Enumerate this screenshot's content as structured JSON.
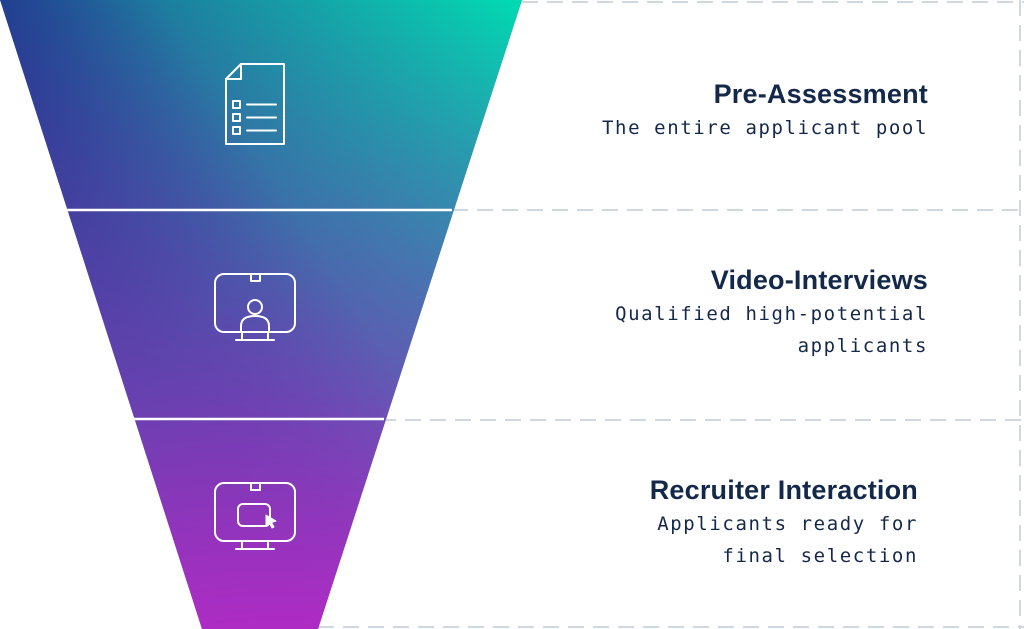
{
  "colors": {
    "teal": "#00d4b4",
    "navy": "#2a2f8a",
    "purple": "#7a3fb8",
    "magenta": "#b22cc4",
    "text": "#14294a",
    "dash": "#cfd8e0"
  },
  "stages": [
    {
      "title": "Pre-Assessment",
      "description": "The entire applicant pool",
      "icon": "document-list-icon"
    },
    {
      "title": "Video-Interviews",
      "description": "Qualified high-potential\napplicants",
      "icon": "video-call-person-icon"
    },
    {
      "title": "Recruiter Interaction",
      "description": "Applicants ready for\nfinal selection",
      "icon": "screen-cursor-icon"
    }
  ]
}
